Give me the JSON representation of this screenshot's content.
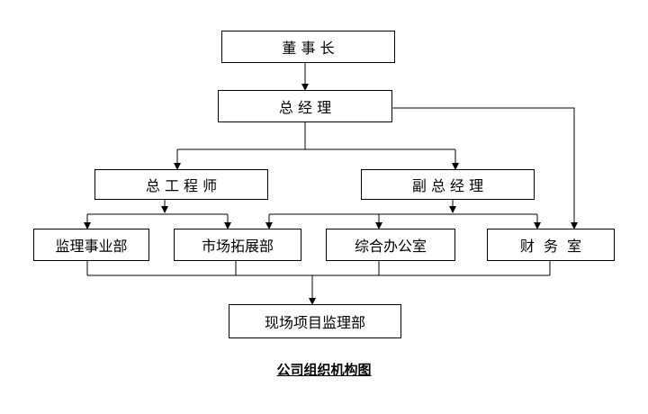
{
  "nodes": {
    "chairman": "董 事 长",
    "general_manager": "总 经 理",
    "chief_engineer": "总 工 程 师",
    "deputy_general_manager": "副 总 经 理",
    "supervision_dept": "监理事业部",
    "market_dept": "市场拓展部",
    "admin_office": "综合办公室",
    "finance_office": "财  务  室",
    "site_supervision_dept": "现场项目监理部"
  },
  "caption": "公司组织机构图"
}
